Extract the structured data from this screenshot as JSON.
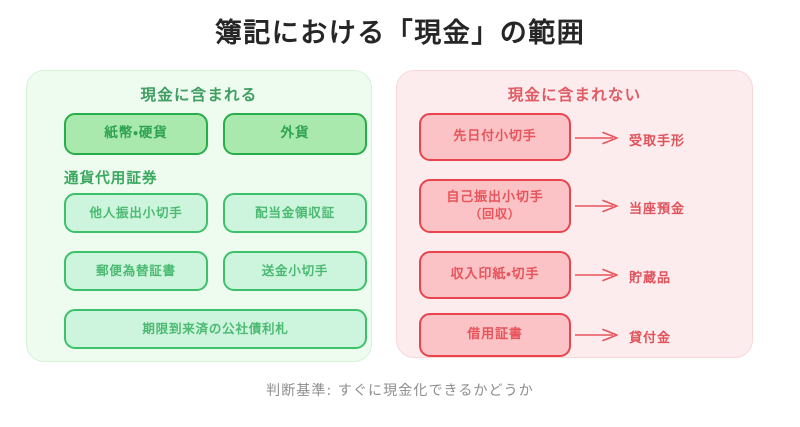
{
  "title": "簿記における「現金」の範囲",
  "included_panel": {
    "header": "現金に含まれる",
    "primary_items": [
      {
        "label": "紙幣・硬貨"
      },
      {
        "label": "外貨"
      }
    ],
    "subsection_label": "通貨代用証券",
    "subsection_items": [
      {
        "label": "他人振出小切手"
      },
      {
        "label": "配当金領収証"
      },
      {
        "label": "郵便為替証書"
      },
      {
        "label": "送金小切手"
      },
      {
        "label": "期限到来済の公社債利札"
      }
    ]
  },
  "excluded_panel": {
    "header": "現金に含まれない",
    "items": [
      {
        "label": "先日付小切手",
        "label2": "",
        "target": "受取手形"
      },
      {
        "label": "自己振出小切手",
        "label2": "（回収）",
        "target": "当座預金"
      },
      {
        "label": "収入印紙・切手",
        "label2": "",
        "target": "貯蔵品"
      },
      {
        "label": "借用証書",
        "label2": "",
        "target": "貸付金"
      }
    ]
  },
  "caption": "判断基準: すぐに現金化できるかどうか",
  "colors": {
    "green_panel_bg": "#eefbef",
    "green_panel_border": "#d5f2da",
    "green_strong_fill": "#a9e9ad",
    "green_strong_border": "#27ae4a",
    "green_light_fill": "#cdf5dd",
    "green_light_border": "#3cc06a",
    "green_text": "#3aa85e",
    "red_panel_bg": "#fdeced",
    "red_panel_border": "#f9d8da",
    "red_fill": "#fbc3c5",
    "red_border": "#e8454f",
    "red_text": "#e0535c",
    "title_text": "#262626",
    "caption_text": "#8d8d8d"
  }
}
